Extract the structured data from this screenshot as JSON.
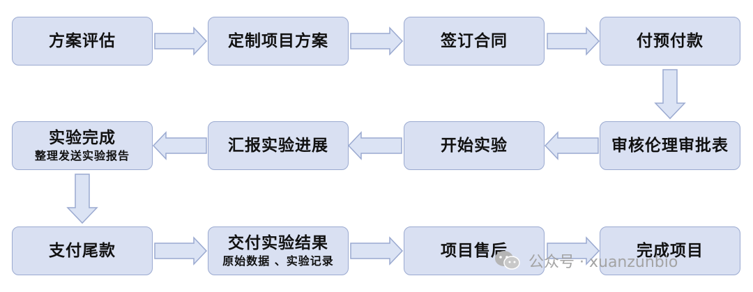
{
  "nodes": [
    {
      "id": "n1",
      "label": "方案评估"
    },
    {
      "id": "n2",
      "label": "定制项目方案"
    },
    {
      "id": "n3",
      "label": "签订合同"
    },
    {
      "id": "n4",
      "label": "付预付款"
    },
    {
      "id": "n5",
      "label": "审核伦理审批表"
    },
    {
      "id": "n6",
      "label": "开始实验"
    },
    {
      "id": "n7",
      "label": "汇报实验进展"
    },
    {
      "id": "n8",
      "label": "实验完成",
      "sublabel": "整理发送实验报告"
    },
    {
      "id": "n9",
      "label": "支付尾款"
    },
    {
      "id": "n10",
      "label": "交付实验结果",
      "sublabel": "原始数据 、实验记录"
    },
    {
      "id": "n11",
      "label": "项目售后"
    },
    {
      "id": "n12",
      "label": "完成项目"
    }
  ],
  "edges": [
    [
      "n1",
      "n2"
    ],
    [
      "n2",
      "n3"
    ],
    [
      "n3",
      "n4"
    ],
    [
      "n4",
      "n5"
    ],
    [
      "n5",
      "n6"
    ],
    [
      "n6",
      "n7"
    ],
    [
      "n7",
      "n8"
    ],
    [
      "n8",
      "n9"
    ],
    [
      "n9",
      "n10"
    ],
    [
      "n10",
      "n11"
    ],
    [
      "n11",
      "n12"
    ]
  ],
  "watermark": {
    "icon": "wechat-icon",
    "text": "公众号 · xuanzunbio"
  },
  "colors": {
    "box_fill": "#d9e0f2",
    "box_border": "#9aa9d0",
    "arrow_fill": "#dbe3f4"
  }
}
